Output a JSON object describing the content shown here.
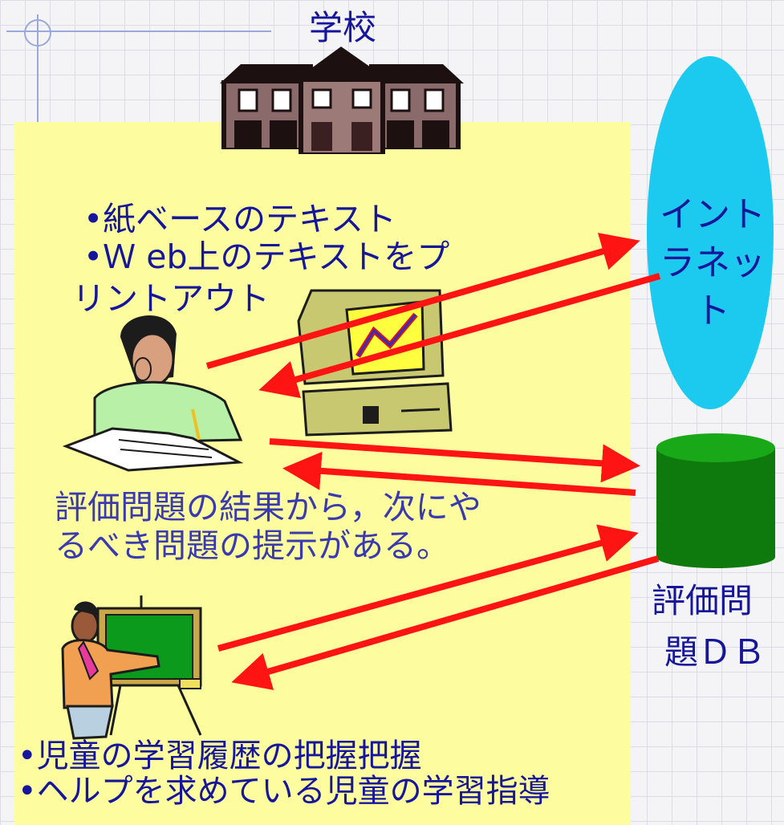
{
  "title": "学校",
  "student_notes": {
    "line1": "•紙ベースのテキスト",
    "line2": "•Ｗ eb上のテキストをプ",
    "line3": "リントアウト"
  },
  "result_note": {
    "line1": "評価問題の結果から，次にや",
    "line2": "るべき問題の提示がある。"
  },
  "teacher_notes": {
    "line1": "•児童の学習履歴の把握把握",
    "line2": "•ヘルプを求めている児童の学習指導"
  },
  "intranet": {
    "line1": "イント",
    "line2": "ラネッ",
    "line3": "ト"
  },
  "database": {
    "line1": "評価問",
    "line2": "題ＤＢ"
  },
  "colors": {
    "panel": "#fdfda0",
    "text": "#16169a",
    "arrow": "#ff1414",
    "intranet": "#1ccaf0",
    "database": "#0e7a0e"
  },
  "icons": [
    "school-building-icon",
    "student-icon",
    "computer-icon",
    "teacher-icon",
    "database-cylinder-icon"
  ]
}
